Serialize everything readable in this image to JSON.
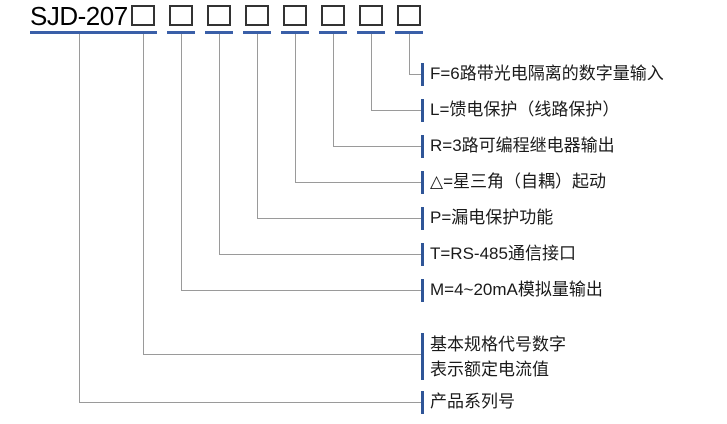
{
  "diagram": {
    "kind": "model-number-breakdown",
    "model": {
      "prefix": "SJD-207",
      "box_count": 8
    },
    "colors": {
      "rule": "#3a5fa8",
      "tick": "#2f5597",
      "leader": "#9a9a9a",
      "box_border": "#333333",
      "text": "#1a1a1a"
    },
    "rows": [
      {
        "id": "row-f",
        "text": "F=6路带光电隔离的数字量输入",
        "lines": [
          "F=6路带光电隔离的数字量输入"
        ]
      },
      {
        "id": "row-l",
        "text": "L=馈电保护（线路保护）",
        "lines": [
          "L=馈电保护（线路保护）"
        ]
      },
      {
        "id": "row-r",
        "text": "R=3路可编程继电器输出",
        "lines": [
          "R=3路可编程继电器输出"
        ]
      },
      {
        "id": "row-delta",
        "text": "△=星三角（自耦）起动",
        "lines": [
          "△=星三角（自耦）起动"
        ]
      },
      {
        "id": "row-p",
        "text": "P=漏电保护功能",
        "lines": [
          "P=漏电保护功能"
        ]
      },
      {
        "id": "row-t",
        "text": "T=RS-485通信接口",
        "lines": [
          "T=RS-485通信接口"
        ]
      },
      {
        "id": "row-m",
        "text": "M=4~20mA模拟量输出",
        "lines": [
          "M=4~20mA模拟量输出"
        ]
      },
      {
        "id": "row-spec",
        "text": "基本规格代号数字 表示额定电流值",
        "lines": [
          "基本规格代号数字",
          "表示额定电流值"
        ]
      },
      {
        "id": "row-series",
        "text": "产品系列号",
        "lines": [
          "产品系列号"
        ]
      }
    ]
  }
}
